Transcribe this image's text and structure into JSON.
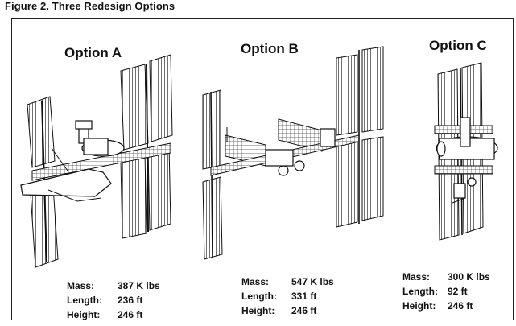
{
  "figure_title": "Figure 2.  Three Redesign Options",
  "options": [
    {
      "title": "Option A",
      "mass_label": "Mass:",
      "mass": "387 K lbs",
      "length_label": "Length:",
      "length": "236 ft",
      "height_label": "Height:",
      "height": "246 ft"
    },
    {
      "title": "Option B",
      "mass_label": "Mass:",
      "mass": "547 K lbs",
      "length_label": "Length:",
      "length": "331 ft",
      "height_label": "Height:",
      "height": "246 ft"
    },
    {
      "title": "Option C",
      "mass_label": "Mass:",
      "mass": "300 K lbs",
      "length_label": "Length:",
      "length": "92 ft",
      "height_label": "Height:",
      "height": "246 ft"
    }
  ]
}
